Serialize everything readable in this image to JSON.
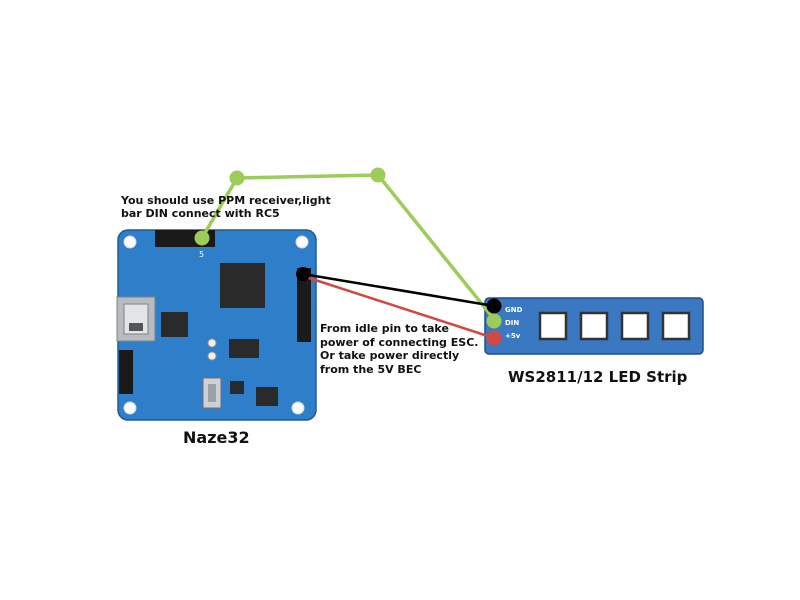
{
  "board": {
    "name": "Naze32",
    "pin_label": "5",
    "color": "#2f7ec9"
  },
  "strip": {
    "name": "WS2811/12 LED Strip",
    "pins": [
      "GND",
      "DIN",
      "+5v"
    ],
    "color": "#3a78c2"
  },
  "notes": {
    "ppm": "You should use PPM receiver,light bar DIN connect with RC5",
    "power": "From idle pin to take power of connecting ESC. Or take power directly from the 5V BEC"
  },
  "wires": {
    "signal_color": "#9ccc5a",
    "gnd_color": "#000000",
    "power_color": "#d04a44"
  }
}
